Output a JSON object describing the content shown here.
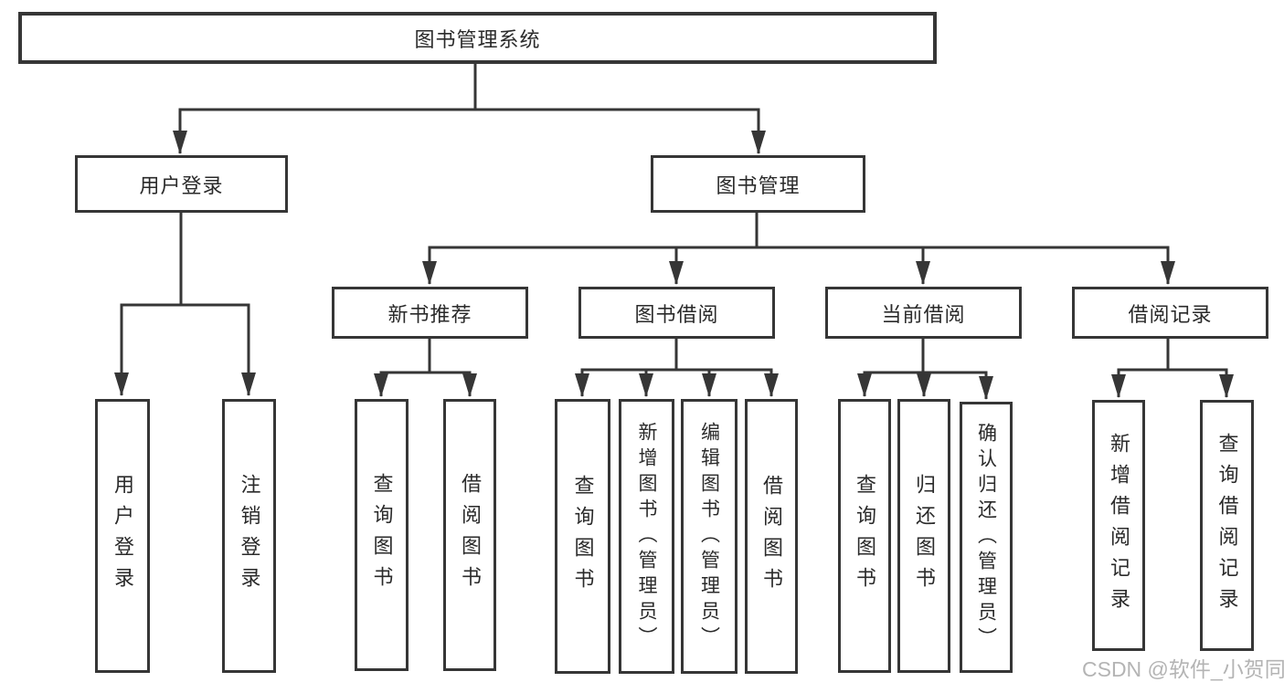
{
  "diagram_title": "图书管理系统",
  "nodes": {
    "root": "图书管理系统",
    "user_login": "用户登录",
    "book_mgmt": "图书管理",
    "new_book_rec": "新书推荐",
    "book_borrow": "图书借阅",
    "current_borrow": "当前借阅",
    "borrow_record": "借阅记录",
    "ul_user_login": "用户登录",
    "ul_logout": "注销登录",
    "nbr_query_book": "查询图书",
    "nbr_borrow_book": "借阅图书",
    "bb_query_book": "查询图书",
    "bb_add_book": "新增图书（管理员）",
    "bb_edit_book": "编辑图书（管理员）",
    "bb_borrow_book": "借阅图书",
    "cb_query_book": "查询图书",
    "cb_return_book": "归还图书",
    "cb_confirm_return": "确认归还（管理员）",
    "br_add_record": "新增借阅记录",
    "br_query_record": "查询借阅记录"
  },
  "hierarchy": {
    "图书管理系统": [
      "用户登录",
      "图书管理"
    ],
    "用户登录": [
      "用户登录",
      "注销登录"
    ],
    "图书管理": [
      "新书推荐",
      "图书借阅",
      "当前借阅",
      "借阅记录"
    ],
    "新书推荐": [
      "查询图书",
      "借阅图书"
    ],
    "图书借阅": [
      "查询图书",
      "新增图书（管理员）",
      "编辑图书（管理员）",
      "借阅图书"
    ],
    "当前借阅": [
      "查询图书",
      "归还图书",
      "确认归还（管理员）"
    ],
    "借阅记录": [
      "新增借阅记录",
      "查询借阅记录"
    ]
  },
  "watermark": "CSDN @软件_小贺同学",
  "colors": {
    "line": "#363636",
    "text": "#2a2a2a",
    "watermark": "#b4b4b4",
    "background": "#ffffff"
  }
}
